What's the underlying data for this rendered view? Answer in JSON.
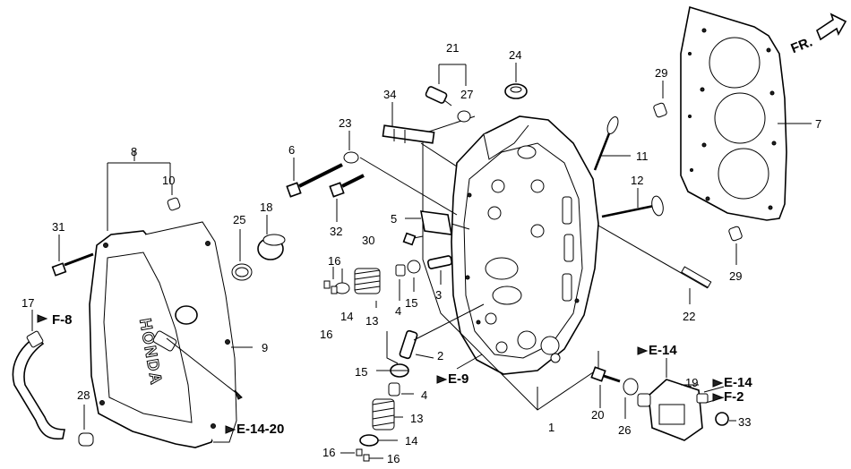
{
  "direction_label": "FR.",
  "callouts": [
    {
      "id": "c1",
      "text": "1"
    },
    {
      "id": "c2",
      "text": "2"
    },
    {
      "id": "c3",
      "text": "3"
    },
    {
      "id": "c4a",
      "text": "4"
    },
    {
      "id": "c4b",
      "text": "4"
    },
    {
      "id": "c5",
      "text": "5"
    },
    {
      "id": "c6",
      "text": "6"
    },
    {
      "id": "c7",
      "text": "7"
    },
    {
      "id": "c8",
      "text": "8"
    },
    {
      "id": "c9",
      "text": "9"
    },
    {
      "id": "c10",
      "text": "10"
    },
    {
      "id": "c11",
      "text": "11"
    },
    {
      "id": "c12",
      "text": "12"
    },
    {
      "id": "c13a",
      "text": "13"
    },
    {
      "id": "c13b",
      "text": "13"
    },
    {
      "id": "c14a",
      "text": "14"
    },
    {
      "id": "c14b",
      "text": "14"
    },
    {
      "id": "c15a",
      "text": "15"
    },
    {
      "id": "c15b",
      "text": "15"
    },
    {
      "id": "c16a",
      "text": "16"
    },
    {
      "id": "c16b",
      "text": "16"
    },
    {
      "id": "c16c",
      "text": "16"
    },
    {
      "id": "c16d",
      "text": "16"
    },
    {
      "id": "c17",
      "text": "17"
    },
    {
      "id": "c18",
      "text": "18"
    },
    {
      "id": "c19",
      "text": "19"
    },
    {
      "id": "c20",
      "text": "20"
    },
    {
      "id": "c21",
      "text": "21"
    },
    {
      "id": "c22",
      "text": "22"
    },
    {
      "id": "c23",
      "text": "23"
    },
    {
      "id": "c24",
      "text": "24"
    },
    {
      "id": "c25",
      "text": "25"
    },
    {
      "id": "c26",
      "text": "26"
    },
    {
      "id": "c27",
      "text": "27"
    },
    {
      "id": "c28",
      "text": "28"
    },
    {
      "id": "c29a",
      "text": "29"
    },
    {
      "id": "c29b",
      "text": "29"
    },
    {
      "id": "c30",
      "text": "30"
    },
    {
      "id": "c31",
      "text": "31"
    },
    {
      "id": "c32",
      "text": "32"
    },
    {
      "id": "c33",
      "text": "33"
    },
    {
      "id": "c34",
      "text": "34"
    }
  ],
  "references": [
    {
      "id": "rF8",
      "text": "F-8"
    },
    {
      "id": "rE9",
      "text": "E-9"
    },
    {
      "id": "rE1420",
      "text": "E-14-20"
    },
    {
      "id": "rE14a",
      "text": "E-14"
    },
    {
      "id": "rE14b",
      "text": "E-14"
    },
    {
      "id": "rF2",
      "text": "F-2"
    }
  ],
  "logo_text": "HONDA"
}
